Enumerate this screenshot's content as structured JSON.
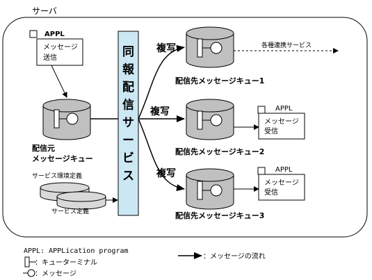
{
  "server_label": "サーバ",
  "appl_label": "APPL",
  "source_appl": {
    "name": "APPL",
    "line1": "メッセージ",
    "line2": "送信"
  },
  "source_queue": {
    "line1": "配信元",
    "line2": "メッセージキュー"
  },
  "broadcast_service": [
    "同",
    "報",
    "配",
    "信",
    "サ",
    "ー",
    "ビ",
    "ス"
  ],
  "copy_label": "複写",
  "dest_queues": [
    {
      "label": "配信先メッセージキュー1"
    },
    {
      "label": "配信先メッセージキュー2"
    },
    {
      "label": "配信先メッセージキュー3"
    }
  ],
  "linked_services": "各種連携サービス",
  "dest_appl": {
    "name": "APPL",
    "line1": "メッセージ",
    "line2": "受信"
  },
  "service_env_def": "サービス環境定義",
  "service_def": "サービス定義",
  "legend": {
    "appl": "APPL: APPLication program",
    "queue_terminal": "：キューターミナル",
    "message": "：メッセージ",
    "flow": "：メッセージの流れ"
  },
  "colors": {
    "broadcast_fill": "#cce8f4",
    "cylinder_fill": "#c0c0c0",
    "disk_fill": "#d9d9d9"
  }
}
